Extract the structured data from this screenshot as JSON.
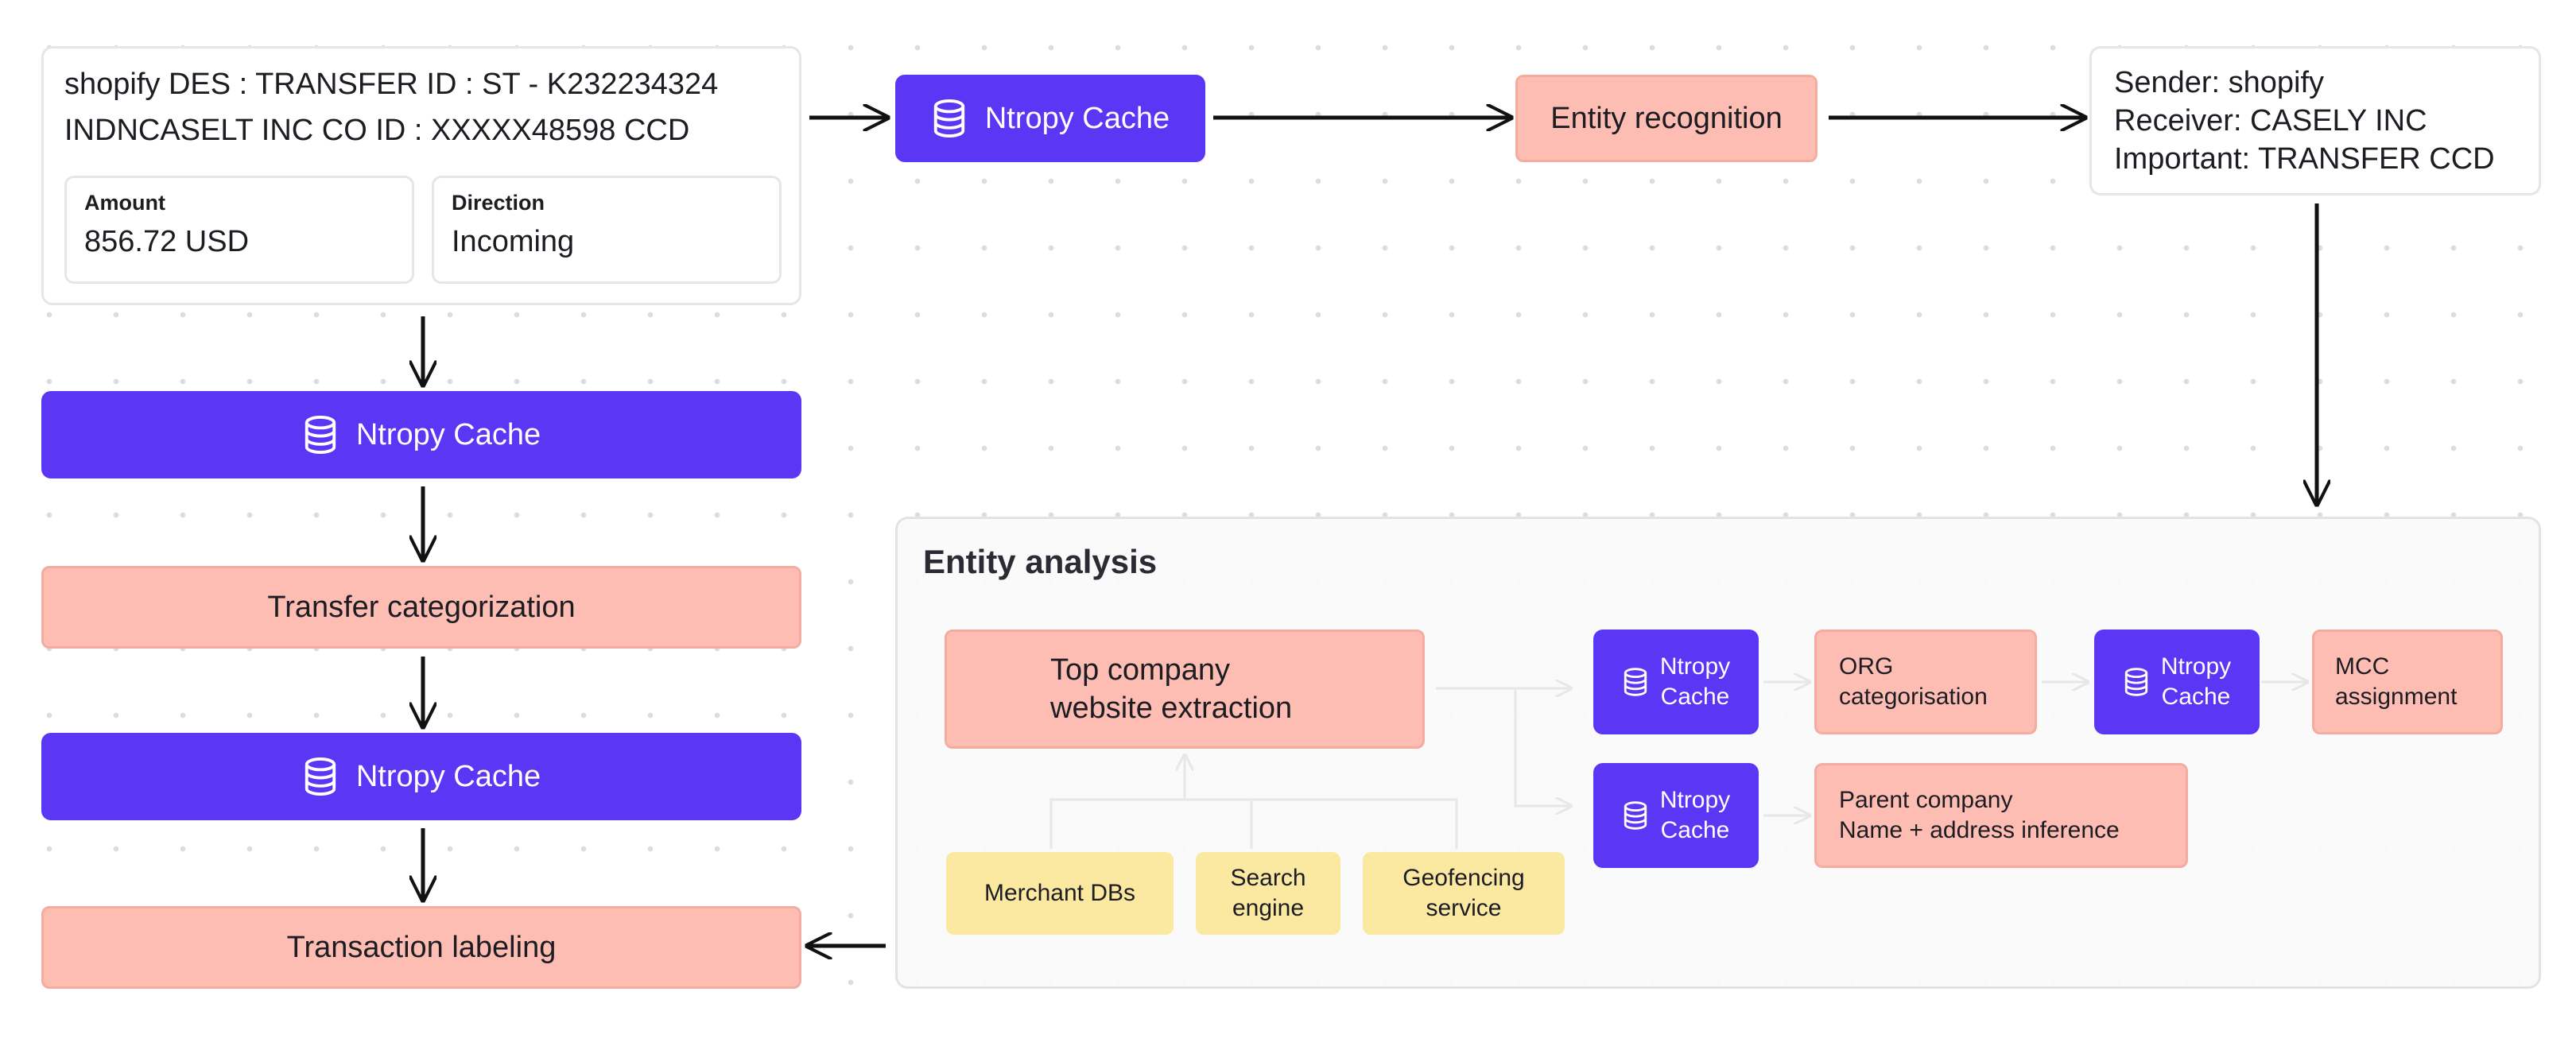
{
  "input_card": {
    "line1": "shopify DES : TRANSFER ID : ST - K232234324",
    "line2": "INDNCASELT INC CO ID : XXXXX48598 CCD",
    "amount_label": "Amount",
    "amount_value": "856.72 USD",
    "direction_label": "Direction",
    "direction_value": "Incoming"
  },
  "top_flow": {
    "cache_label": "Ntropy Cache",
    "entity_recognition_label": "Entity recognition"
  },
  "result_card": {
    "sender": "Sender: shopify",
    "receiver": "Receiver: CASELY INC",
    "important": "Important: TRANSFER CCD"
  },
  "left_flow": {
    "cache1_label": "Ntropy Cache",
    "transfer_categorization_label": "Transfer categorization",
    "cache2_label": "Ntropy Cache",
    "transaction_labeling_label": "Transaction labeling"
  },
  "entity_analysis": {
    "title": "Entity analysis",
    "website_extraction_label": "Top company\nwebsite extraction",
    "sources": {
      "merchant_dbs": "Merchant DBs",
      "search_engine": "Search\nengine",
      "geofencing": "Geofencing\nservice"
    },
    "cache_a_label": "Ntropy\nCache",
    "org_categorisation_label": "ORG\ncategorisation",
    "cache_b_label": "Ntropy\nCache",
    "mcc_assignment_label": "MCC\nassignment",
    "cache_c_label": "Ntropy\nCache",
    "parent_company_label": "Parent company\nName + address inference"
  },
  "colors": {
    "cache_blue": "#5b36f5",
    "step_pink": "#fdbdb3",
    "source_yellow": "#fbe9a1",
    "card_border": "#e6e6ea"
  },
  "icons": {
    "cache": "database-icon"
  }
}
